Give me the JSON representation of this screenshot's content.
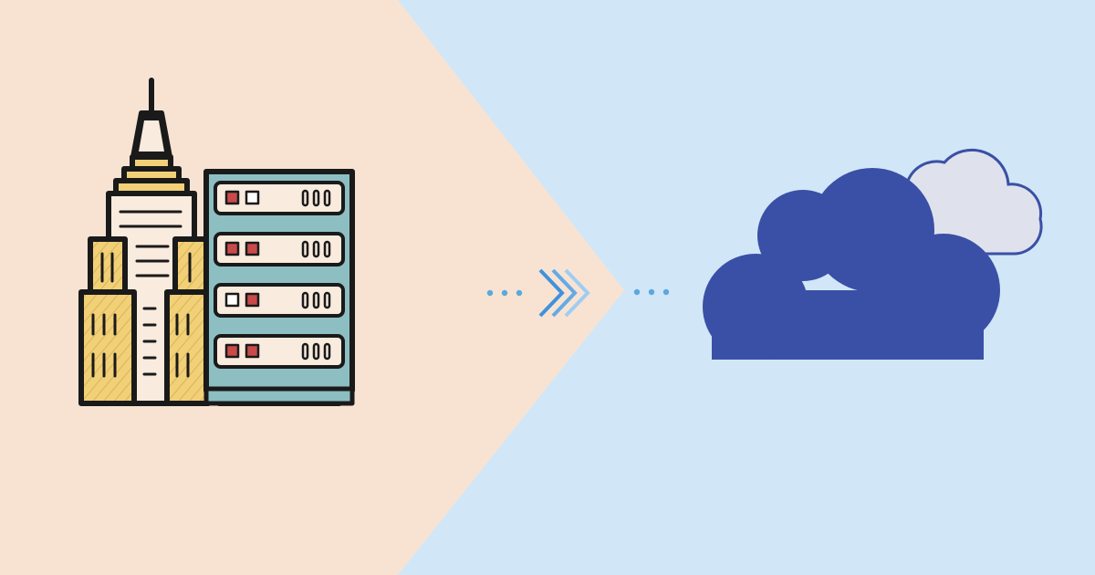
{
  "colors": {
    "left_panel": "#f8e3d3",
    "right_panel": "#d1e7f7",
    "outline": "#1a1a1a",
    "building_yellow": "#f2d078",
    "tower_cream": "#f9ebdd",
    "server_teal": "#8dbec2",
    "light_red": "#c94a4a",
    "light_white": "#ffffff",
    "connector_dots": "#5aa8e0",
    "chevrons": [
      "#3f92dc",
      "#63aae6",
      "#9fcdf2"
    ],
    "cloud_front": "#3a50a6",
    "cloud_back_fill": "#dfe2ec",
    "cloud_back_outline": "#3a50a6"
  },
  "icons": {
    "source": "office-building-with-server-rack-icon",
    "connector": "dotted-triple-chevron-arrow-icon",
    "destination": "cloud-icon"
  },
  "server_rack": {
    "units": [
      {
        "lights": [
          "red",
          "white"
        ]
      },
      {
        "lights": [
          "red",
          "red"
        ]
      },
      {
        "lights": [
          "white",
          "red"
        ]
      },
      {
        "lights": [
          "red",
          "red"
        ]
      }
    ]
  }
}
